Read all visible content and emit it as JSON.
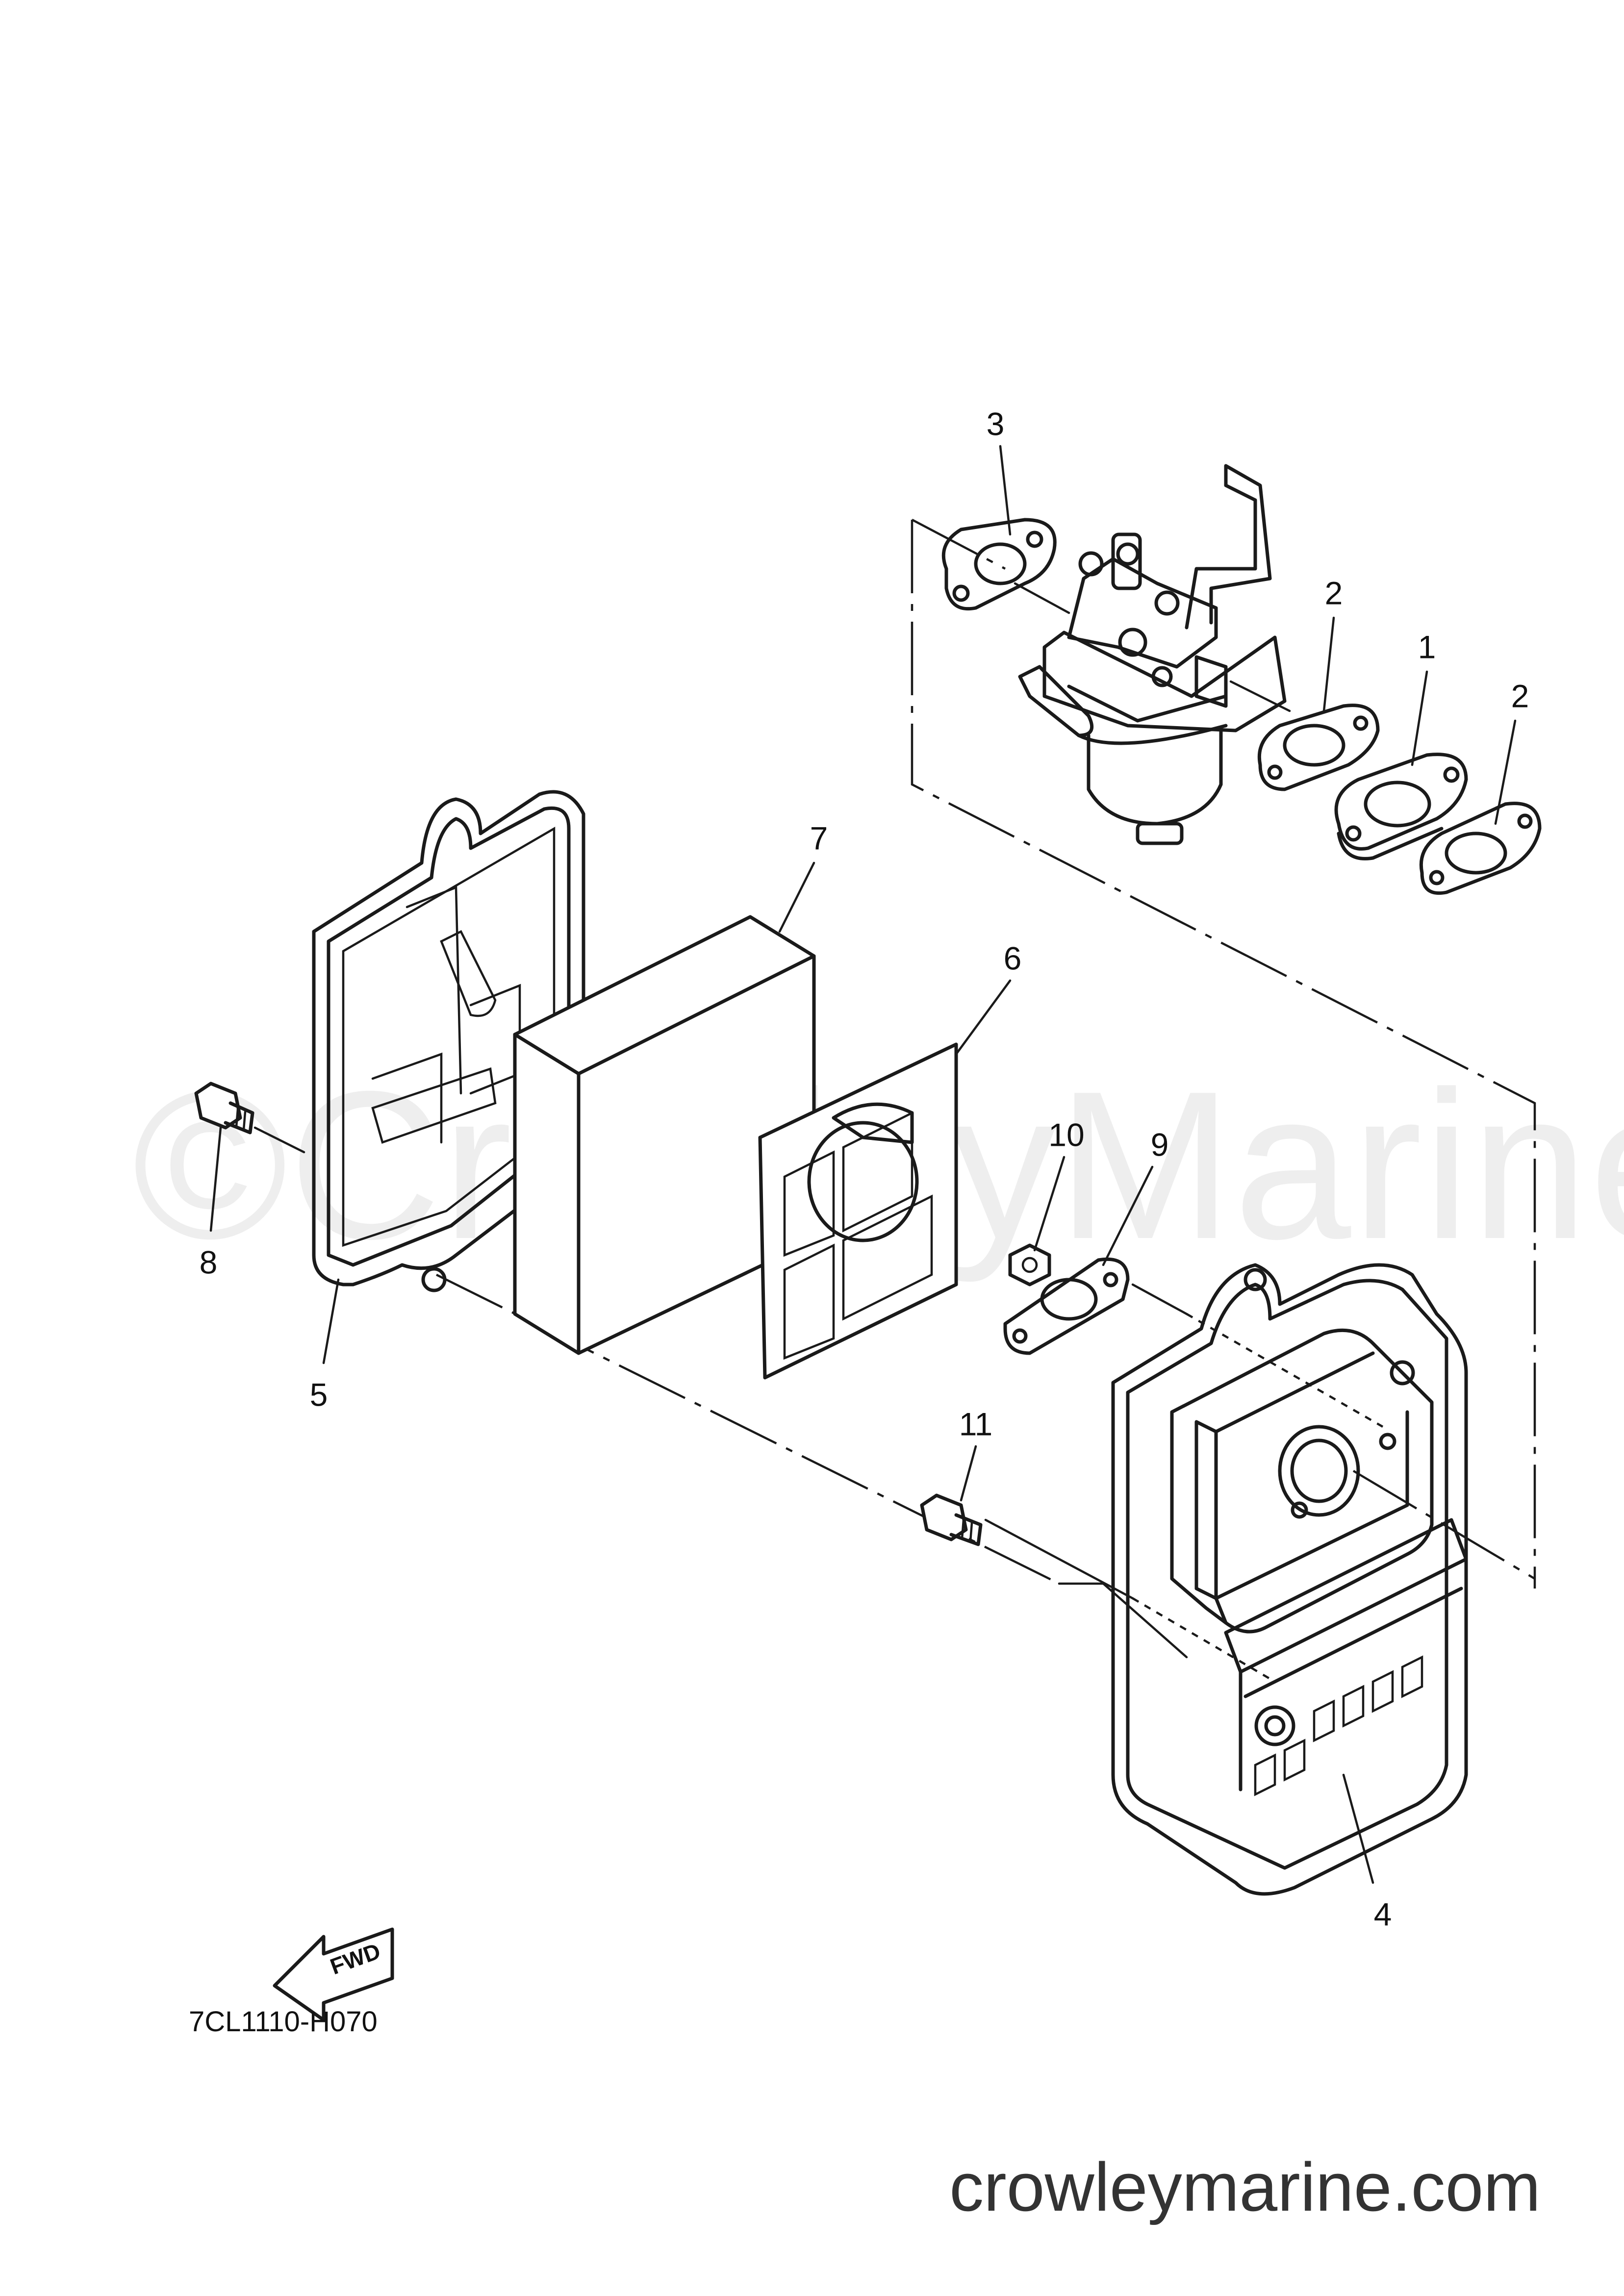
{
  "callouts": {
    "c1": "1",
    "c2a": "2",
    "c2b": "2",
    "c3": "3",
    "c4": "4",
    "c5": "5",
    "c6": "6",
    "c7": "7",
    "c8": "8",
    "c9": "9",
    "c10": "10",
    "c11": "11"
  },
  "fwd_label": "FWD",
  "diagram_code": "7CL1110-H070",
  "watermark": "©CrowleyMarine",
  "site": "crowleymarine.com"
}
